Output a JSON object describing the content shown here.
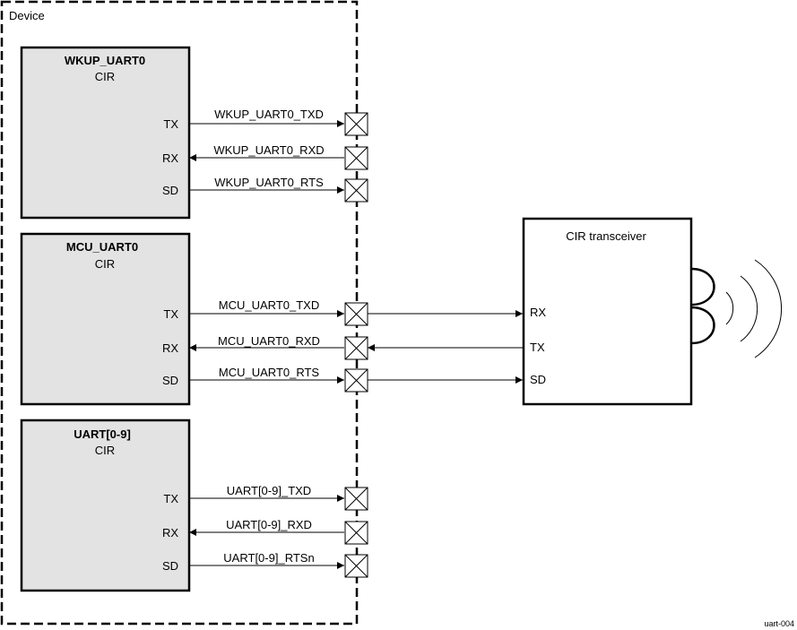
{
  "device": {
    "label": "Device"
  },
  "blocks": [
    {
      "name": "WKUP_UART0",
      "sub": "CIR",
      "tx": "TX",
      "rx": "RX",
      "sd": "SD",
      "tx_signal": "WKUP_UART0_TXD",
      "rx_signal": "WKUP_UART0_RXD",
      "sd_signal": "WKUP_UART0_RTS"
    },
    {
      "name": "MCU_UART0",
      "sub": "CIR",
      "tx": "TX",
      "rx": "RX",
      "sd": "SD",
      "tx_signal": "MCU_UART0_TXD",
      "rx_signal": "MCU_UART0_RXD",
      "sd_signal": "MCU_UART0_RTS"
    },
    {
      "name": "UART[0-9]",
      "sub": "CIR",
      "tx": "TX",
      "rx": "RX",
      "sd": "SD",
      "tx_signal": "UART[0-9]_TXD",
      "rx_signal": "UART[0-9]_RXD",
      "sd_signal": "UART[0-9]_RTSn"
    }
  ],
  "transceiver": {
    "title": "CIR transceiver",
    "rx": "RX",
    "tx": "TX",
    "sd": "SD"
  },
  "footer": {
    "id": "uart-004"
  },
  "colors": {
    "block_fill": "#e3e3e3",
    "stroke": "#000000"
  }
}
